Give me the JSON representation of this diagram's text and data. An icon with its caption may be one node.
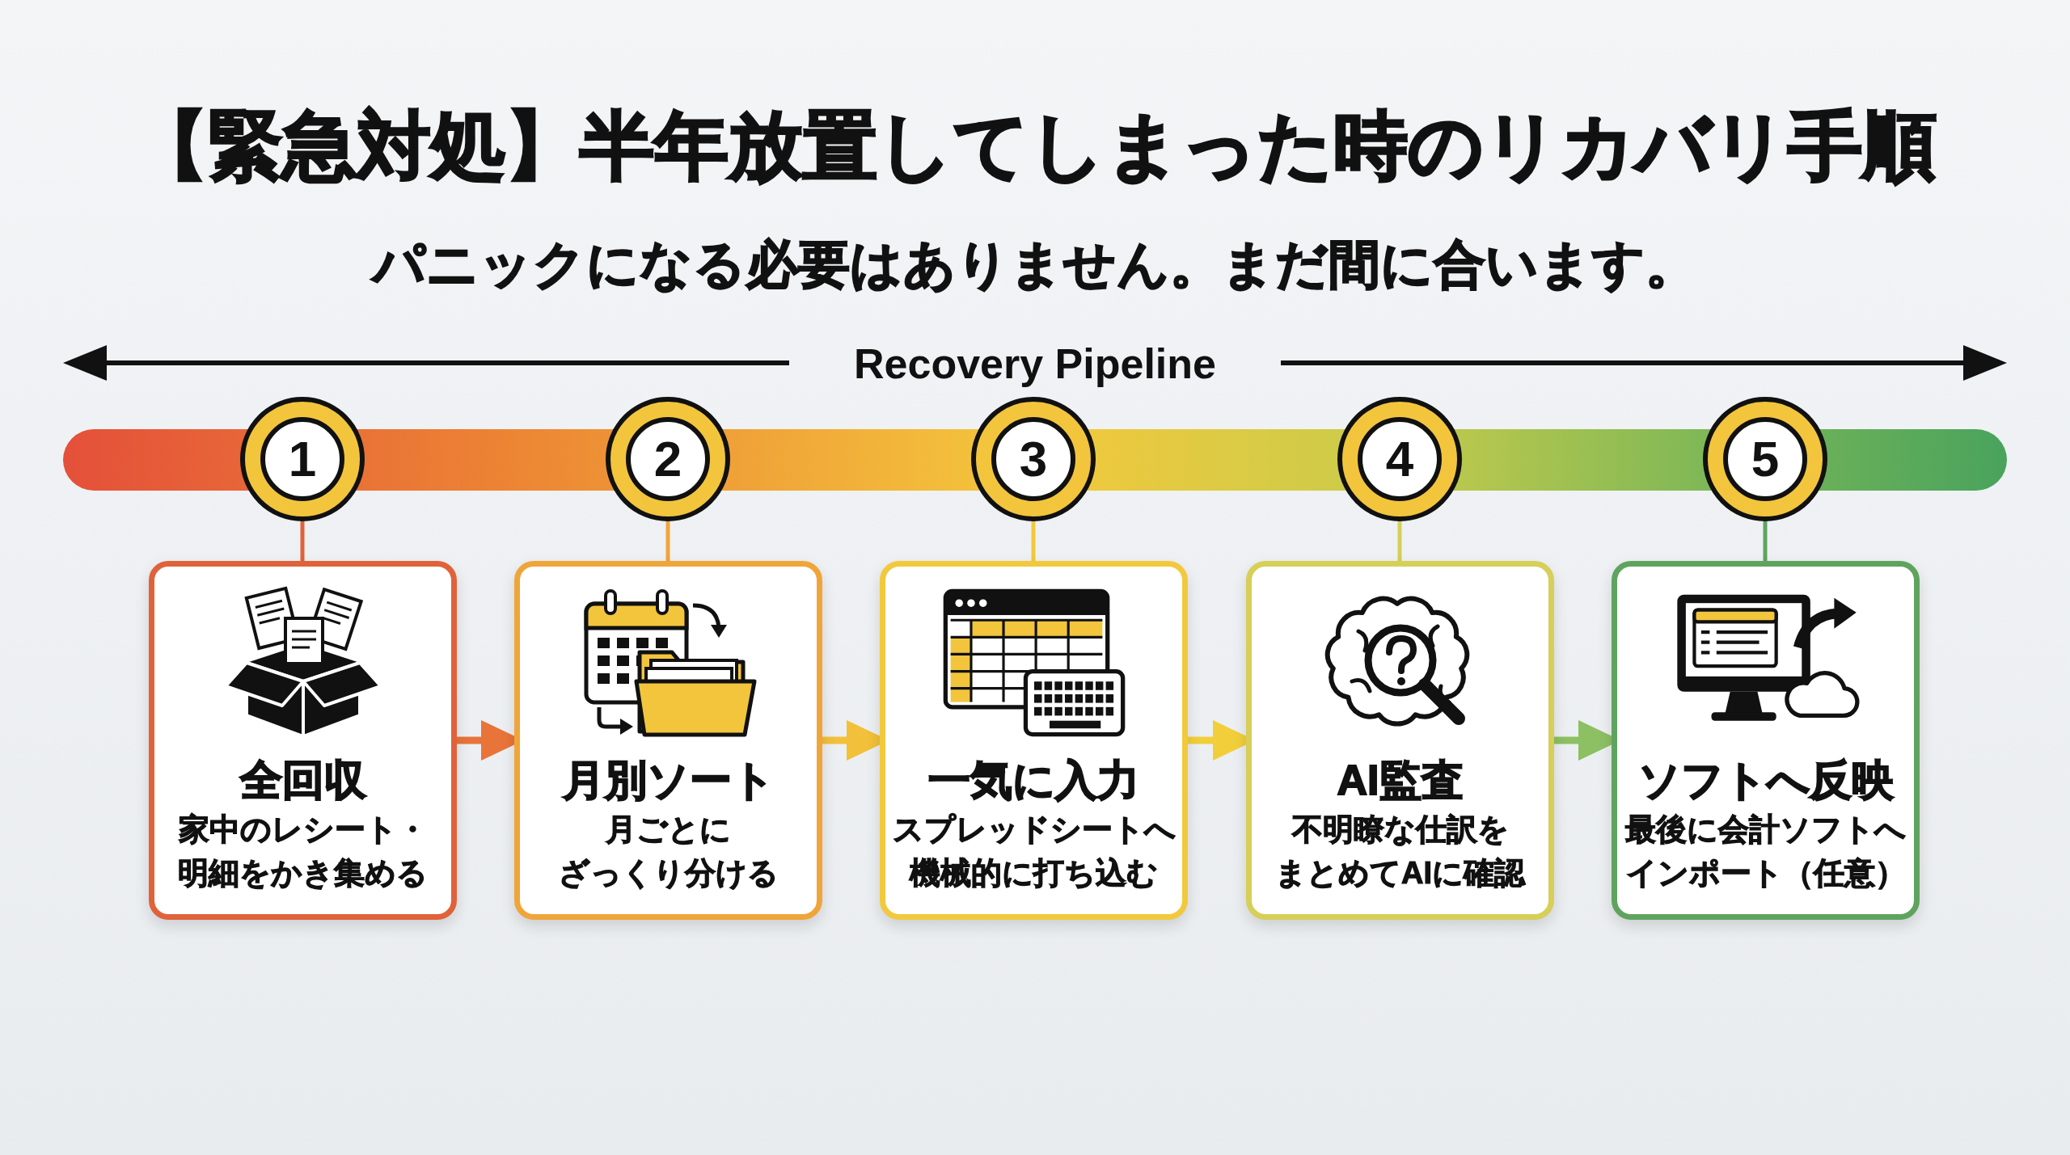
{
  "diagram": {
    "title": "【緊急対処】半年放置してしまった時のリカバリ手順",
    "nodes": [
      {
        "text": [],
        "shape": "bar"
      },
      {
        "text": [
          "1"
        ]
      },
      {
        "text": [
          "2"
        ]
      },
      {
        "text": [
          "3"
        ]
      },
      {
        "text": [
          "4"
        ]
      },
      {
        "text": [
          "5"
        ]
      },
      {
        "text": [
          "全回収",
          "家中のレシート・明細をかき集める"
        ]
      },
      {
        "text": [
          "月別ソート",
          "月ごとにざっくり分ける"
        ]
      },
      {
        "text": [
          "一気に入力",
          "スプレッドシートへ機械的に打ち込む"
        ]
      },
      {
        "text": [
          "AI監査",
          "不明瞭な仕訳をまとめてAIに確認"
        ]
      },
      {
        "text": [
          "ソフトへ反映",
          "最後に会計ソフトへインポート（任意）"
        ]
      }
    ],
    "edges": [
      {
        "from": 1,
        "to": 6,
        "arrow": "none",
        "color": "#e0623a"
      },
      {
        "from": 2,
        "to": 7,
        "arrow": "none",
        "color": "#f0a53a"
      },
      {
        "from": 3,
        "to": 8,
        "arrow": "none",
        "color": "#f2c93c"
      },
      {
        "from": 4,
        "to": 9,
        "arrow": "none",
        "color": "#d6cf58"
      },
      {
        "from": 5,
        "to": 10,
        "arrow": "none",
        "color": "#5fa45e"
      },
      {
        "from": 6,
        "to": 7,
        "arrow": "to",
        "style": "thick",
        "color": "#e8743a"
      },
      {
        "from": 7,
        "to": 8,
        "arrow": "to",
        "style": "thick",
        "color": "#f2c03a"
      },
      {
        "from": 8,
        "to": 9,
        "arrow": "to",
        "style": "thick",
        "color": "#f2cf3a"
      },
      {
        "from": 9,
        "to": 10,
        "arrow": "to",
        "style": "thick",
        "color": "#8cc063"
      }
    ],
    "labels": [
      "パニックになる必要はありません。まだ間に合います。",
      "Recovery Pipeline"
    ]
  }
}
